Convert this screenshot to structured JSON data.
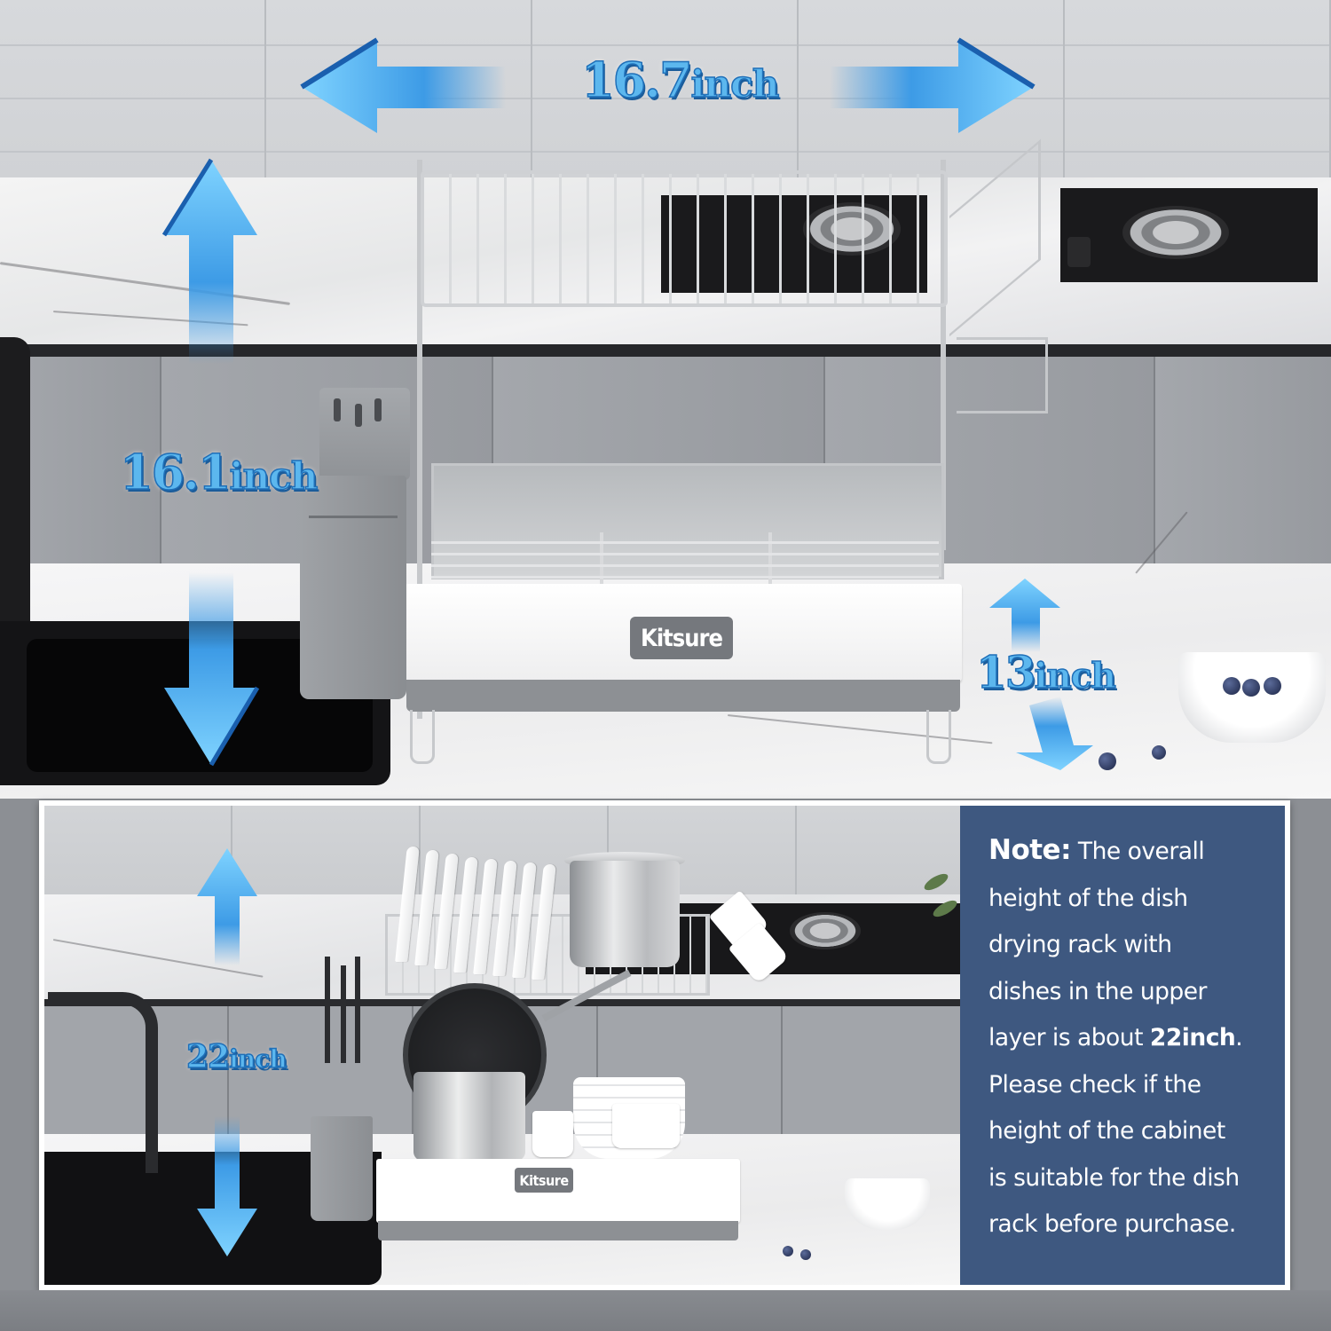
{
  "product": {
    "brand_logo": "Kitsure",
    "brand_logo_small": "Kitsure"
  },
  "dimensions": {
    "width": {
      "value": "16.7",
      "unit": "inch"
    },
    "height": {
      "value": "16.1",
      "unit": "inch"
    },
    "depth": {
      "value": "13",
      "unit": "inch"
    },
    "loaded_height": {
      "value": "22",
      "unit": "inch"
    }
  },
  "note": {
    "heading": "Note:",
    "line1_rest": " The overall",
    "line2": "height of the dish",
    "line3": "drying rack with",
    "line4": "dishes in the upper",
    "line5_pre": "layer is about ",
    "line5_bold": "22inch",
    "line5_post": ".",
    "line6": "Please check if the",
    "line7": "height of the cabinet",
    "line8": "is suitable for the dish",
    "line9": "rack before purchase."
  },
  "colors": {
    "arrow_light": "#7fd3ff",
    "arrow_mid": "#3d9be6",
    "arrow_dark": "#1a5fae",
    "note_panel": "#3e5880",
    "label_fill": "#5cb7ee",
    "logo_badge": "#75787d"
  }
}
